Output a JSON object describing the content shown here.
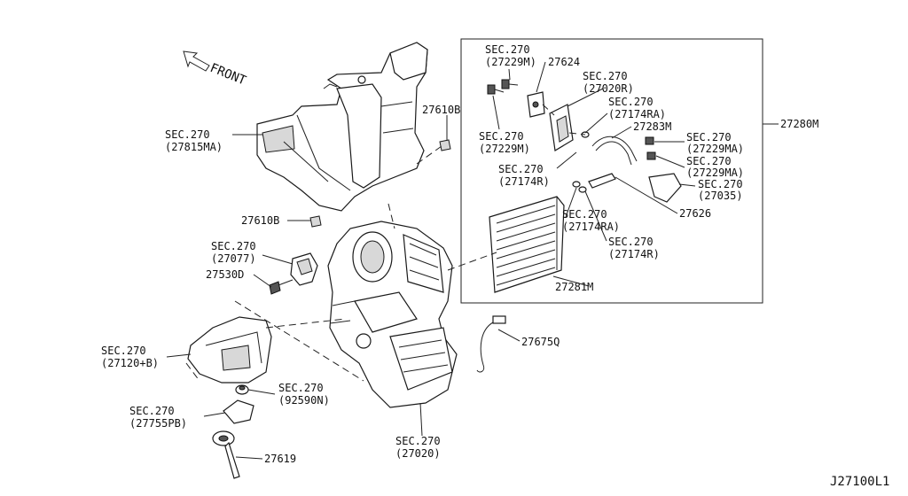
{
  "diagram": {
    "front_label": "FRONT",
    "catalog_code": "J27100L1",
    "callouts": {
      "sec270_27229m_top": [
        "SEC.270",
        "(27229M)"
      ],
      "p27624": "27624",
      "sec270_27020r": [
        "SEC.270",
        "(27020R)"
      ],
      "sec270_27174ra_top": [
        "SEC.270",
        "(27174RA)"
      ],
      "p27280m": "27280M",
      "p27283m": "27283M",
      "sec270_27229ma_1": [
        "SEC.270",
        "(27229MA)"
      ],
      "sec270_27229m_mid": [
        "SEC.270",
        "(27229M)"
      ],
      "sec270_27229ma_2": [
        "SEC.270",
        "(27229MA)"
      ],
      "sec270_27174r_left": [
        "SEC.270",
        "(27174R)"
      ],
      "sec270_27035": [
        "SEC.270",
        "(27035)"
      ],
      "p27626": "27626",
      "sec270_27174ra_bot": [
        "SEC.270",
        "(27174RA)"
      ],
      "sec270_27174r_bot": [
        "SEC.270",
        "(27174R)"
      ],
      "p27281m": "27281M",
      "sec270_27815ma": [
        "SEC.270",
        "(27815MA)"
      ],
      "p27610b_top": "27610B",
      "p27610b_bot": "27610B",
      "sec270_27077": [
        "SEC.270",
        "(27077)"
      ],
      "p27530d": "27530D",
      "p27675q": "27675Q",
      "sec270_27120b": [
        "SEC.270",
        "(27120+B)"
      ],
      "sec270_92590n": [
        "SEC.270",
        "(92590N)"
      ],
      "sec270_27755pb": [
        "SEC.270",
        "(27755PB)"
      ],
      "p27619": "27619",
      "sec270_27020": [
        "SEC.270",
        "(27020)"
      ]
    }
  }
}
